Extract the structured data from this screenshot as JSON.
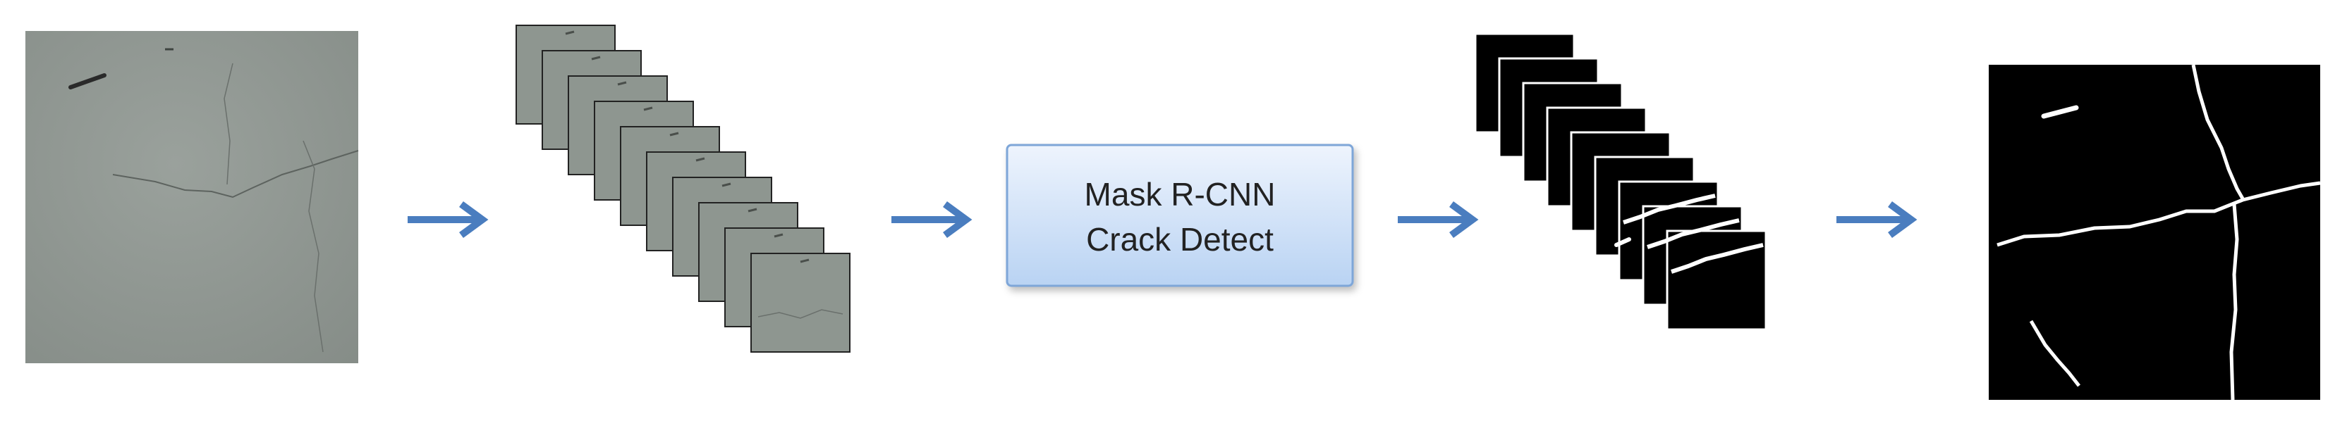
{
  "process_box": {
    "line1": "Mask R-CNN",
    "line2": "Crack Detect"
  },
  "colors": {
    "arrow": "#4a7dbf",
    "concrete": "#8e9690",
    "tile_border": "#222222",
    "box_fill_top": "#eef4fd",
    "box_fill_bottom": "#b9d3f3",
    "box_border": "#7ea6d8",
    "mask_bg": "#000000",
    "crack": "#ffffff"
  },
  "patch_stacks": {
    "input_patch_count": 10,
    "mask_patch_count": 9
  }
}
